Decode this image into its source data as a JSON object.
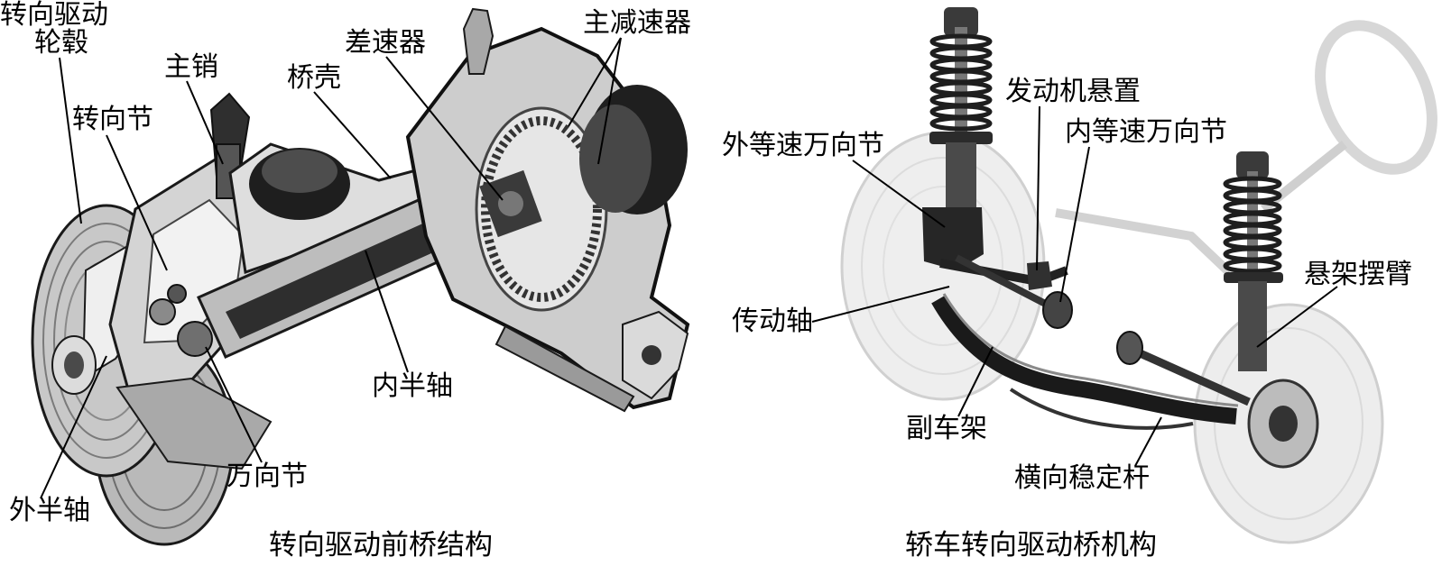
{
  "left_figure": {
    "caption": "转向驱动前桥结构",
    "labels": {
      "wheel_hub_line1": "转向驱动",
      "wheel_hub_line2": "轮毂",
      "kingpin": "主销",
      "steering_knuckle": "转向节",
      "axle_housing": "桥壳",
      "differential": "差速器",
      "final_drive": "主减速器",
      "inner_half_shaft": "内半轴",
      "universal_joint": "万向节",
      "outer_half_shaft": "外半轴"
    }
  },
  "right_figure": {
    "caption": "轿车转向驱动桥机构",
    "labels": {
      "engine_mount": "发动机悬置",
      "outer_cv_joint": "外等速万向节",
      "inner_cv_joint": "内等速万向节",
      "suspension_arm": "悬架摆臂",
      "drive_shaft": "传动轴",
      "subframe": "副车架",
      "stabilizer_bar": "横向稳定杆"
    }
  }
}
